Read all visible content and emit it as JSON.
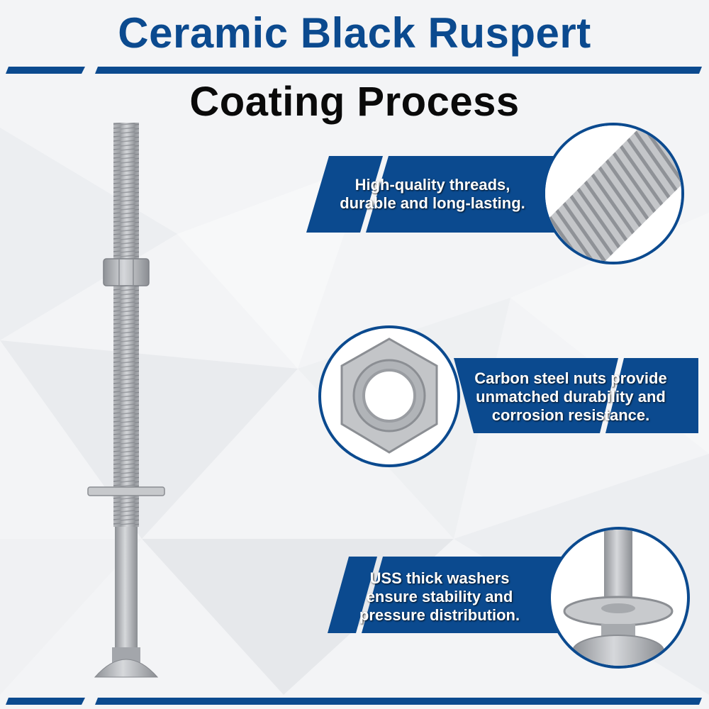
{
  "title": {
    "line1": "Ceramic Black Ruspert",
    "line2": "Coating Process"
  },
  "features": [
    {
      "line1": "High-quality threads,",
      "line2": "durable and long-lasting."
    },
    {
      "line1": "Carbon steel nuts provide",
      "line2": "unmatched durability and",
      "line3": "corrosion resistance."
    },
    {
      "line1": "USS thick washers",
      "line2": "ensure stability and",
      "line3": "pressure distribution."
    }
  ],
  "colors": {
    "brand_blue": "#0b4a8f",
    "title_black": "#0a0a0a",
    "background": "#f4f5f7",
    "metal": "#b9bcc0"
  },
  "icons": [
    "carriage-bolt-image",
    "thread-closeup-image",
    "hex-nut-closeup-image",
    "washer-closeup-image"
  ]
}
